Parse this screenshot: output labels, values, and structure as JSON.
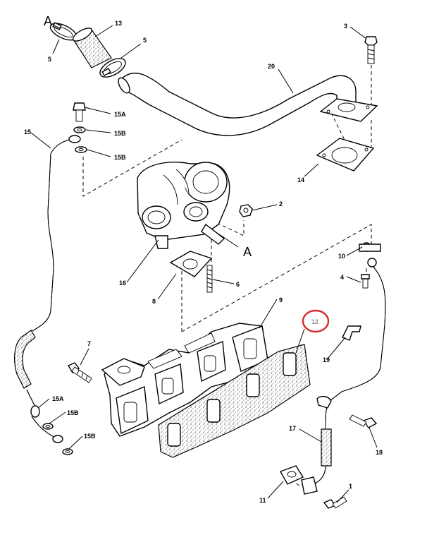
{
  "diagram": {
    "labels": {
      "A_top": "A",
      "A_bottom": "A",
      "p1": "1",
      "p2": "2",
      "p3": "3",
      "p4": "4",
      "p5_left": "5",
      "p5_right": "5",
      "p6": "6",
      "p7": "7",
      "p8": "8",
      "p9": "9",
      "p10": "10",
      "p11": "11",
      "p12": "12",
      "p13": "13",
      "p14": "14",
      "p15": "15",
      "p15A_top": "15A",
      "p15B_top1": "15B",
      "p15B_top2": "15B",
      "p15A_bottom": "15A",
      "p15B_bottom1": "15B",
      "p15B_bottom2": "15B",
      "p16": "16",
      "p17": "17",
      "p18": "18",
      "p19": "19",
      "p20": "20"
    },
    "highlight_color": "#d92b2b",
    "line_color": "#000000",
    "highlight_text_color": "#8a8a8a"
  }
}
